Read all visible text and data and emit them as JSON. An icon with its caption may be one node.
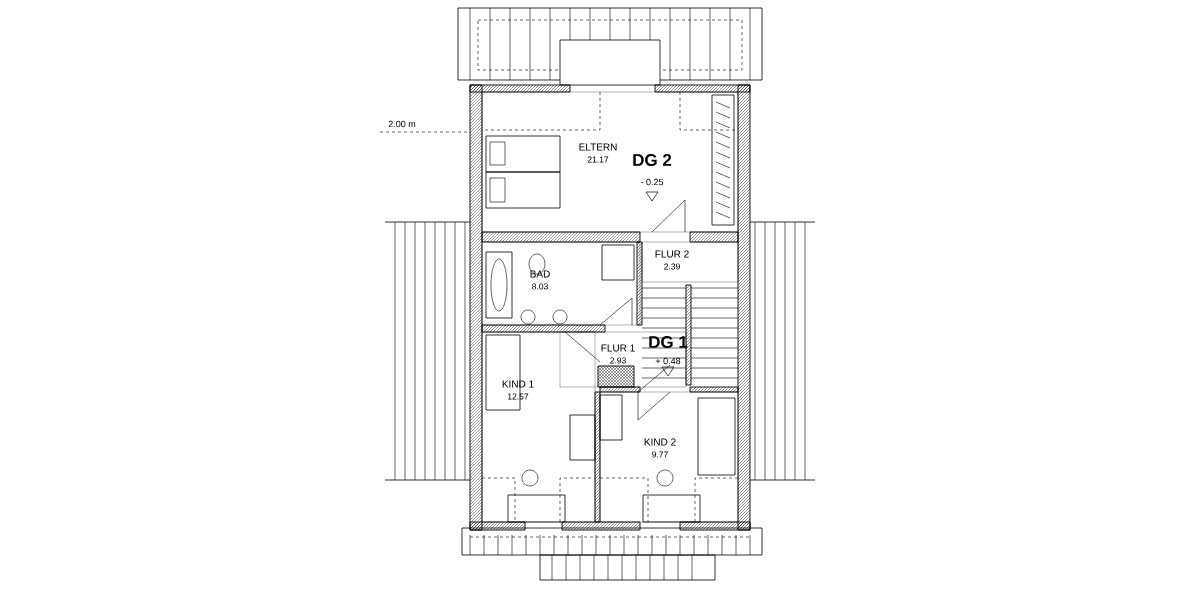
{
  "diagram": {
    "nodes": [
      {
        "text": [
          "ELTERN",
          "21.17"
        ]
      },
      {
        "text": [
          "BAD",
          "8.03"
        ]
      },
      {
        "text": [
          "FLUR 2",
          "2.39"
        ]
      },
      {
        "text": [
          "FLUR 1",
          "2.93"
        ]
      },
      {
        "text": [
          "KIND 1",
          "12.57"
        ]
      },
      {
        "text": [
          "KIND 2",
          "9.77"
        ]
      }
    ],
    "labels": [
      "2.00 m",
      "DG 2",
      "- 0.25",
      "DG 1",
      "+ 0.48"
    ]
  }
}
